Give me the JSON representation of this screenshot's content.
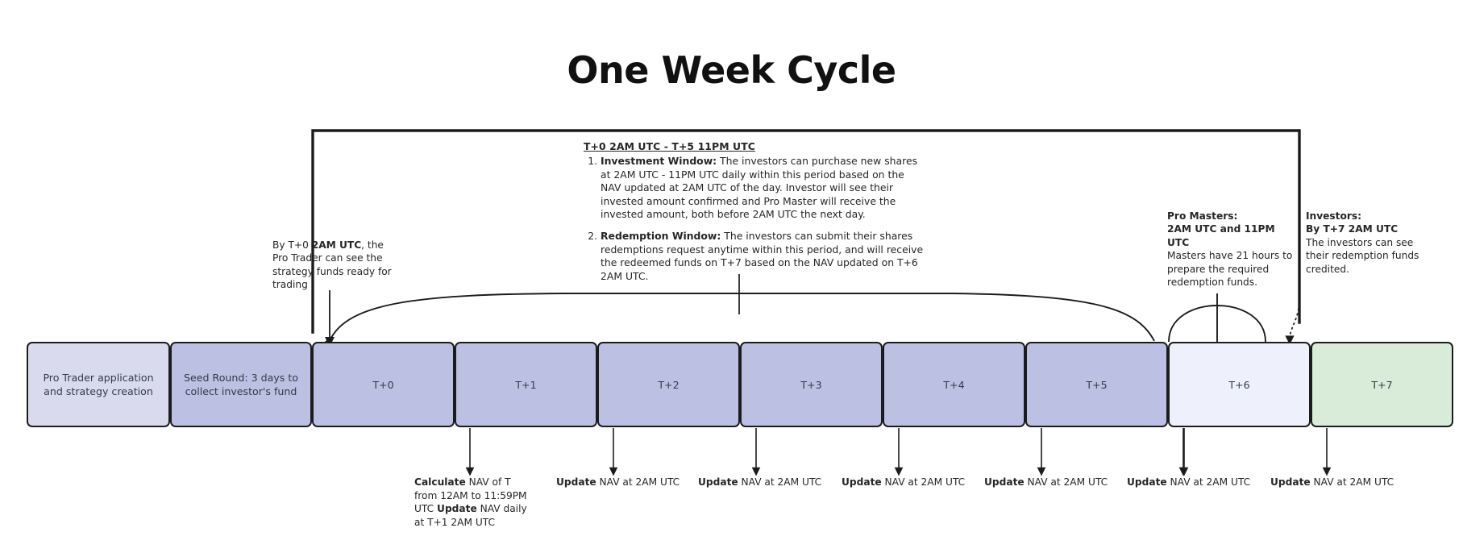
{
  "title": "One Week Cycle",
  "callout": {
    "heading": "T+0 2AM UTC - T+5 11PM UTC",
    "items": [
      {
        "label": "Investment Window:",
        "text": " The investors can purchase new shares at 2AM UTC - 11PM UTC daily within this period based on the NAV updated at 2AM UTC of the day. Investor will see their invested amount confirmed and Pro Master will receive the invested amount, both before 2AM UTC the next day."
      },
      {
        "label": "Redemption Window:",
        "text": " The investors can submit their shares redemptions request anytime within this period, and will receive the redeemed funds on T+7 based on the NAV updated on T+6 2AM UTC."
      }
    ]
  },
  "notes": {
    "left": {
      "pre": "By T+0 ",
      "bold": "2AM UTC",
      "post": ", the Pro Trader can see the strategy funds ready for trading"
    },
    "pro_masters": {
      "title": "Pro Masters:",
      "subtitle": "2AM UTC and 11PM UTC",
      "body": "Masters have 21 hours to prepare the required redemption funds."
    },
    "investors": {
      "title": "Investors:",
      "subtitle": "By T+7 2AM UTC",
      "body": "The investors can see their redemption funds credited."
    }
  },
  "timeline": {
    "cells": [
      {
        "label": "Pro Trader application and strategy creation",
        "color": "#d9daee",
        "style": "c-lav"
      },
      {
        "label": "Seed Round: 3 days  to collect investor's fund",
        "color": "#bcc1e4",
        "style": "c-blue"
      },
      {
        "label": "T+0",
        "color": "#bcc1e4",
        "style": "c-blue"
      },
      {
        "label": "T+1",
        "color": "#bcc1e4",
        "style": "c-blue"
      },
      {
        "label": "T+2",
        "color": "#bcc1e4",
        "style": "c-blue"
      },
      {
        "label": "T+3",
        "color": "#bcc1e4",
        "style": "c-blue"
      },
      {
        "label": "T+4",
        "color": "#bcc1e4",
        "style": "c-blue"
      },
      {
        "label": "T+5",
        "color": "#bcc1e4",
        "style": "c-blue"
      },
      {
        "label": "T+6",
        "color": "#eef1fb",
        "style": "c-pale"
      },
      {
        "label": "T+7",
        "color": "#d8ecd9",
        "style": "c-green"
      }
    ]
  },
  "nav_labels": [
    {
      "bold1": "Calculate",
      "text1": " NAV of T from 12AM to 11:59PM UTC ",
      "bold2": "Update",
      "text2": " NAV daily at T+1 2AM UTC"
    },
    {
      "bold1": "Update",
      "text1": " NAV at 2AM UTC"
    },
    {
      "bold1": "Update",
      "text1": " NAV at 2AM UTC"
    },
    {
      "bold1": "Update",
      "text1": " NAV at 2AM UTC"
    },
    {
      "bold1": "Update",
      "text1": " NAV at 2AM UTC"
    },
    {
      "bold1": "Update",
      "text1": " NAV at 2AM UTC"
    },
    {
      "bold1": "Update",
      "text1": " NAV at 2AM UTC"
    },
    {
      "bold1": "Update",
      "text1": " NAV at 2AM UTC"
    }
  ],
  "colors": {
    "stroke": "#1c1c1c",
    "blue": "#bcc1e4",
    "lavender": "#d9daee",
    "pale": "#eef1fb",
    "green": "#d8ecd9",
    "text": "#262626"
  }
}
